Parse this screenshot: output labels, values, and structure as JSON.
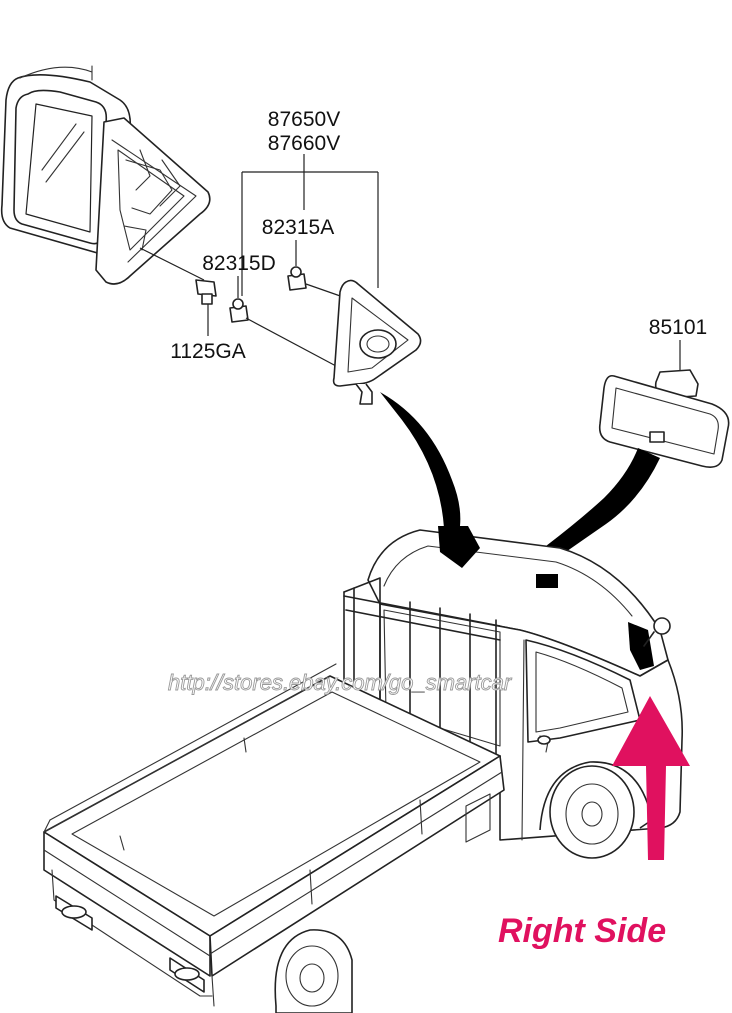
{
  "labels": {
    "part_87650v": "87650V",
    "part_87660v": "87660V",
    "part_82315a": "82315A",
    "part_82315d": "82315D",
    "part_1125ga": "1125GA",
    "part_85101": "85101"
  },
  "watermark": "http://stores.ebay.com/go_smartcar",
  "side_label": "Right Side",
  "colors": {
    "accent": "#e0115f",
    "line": "#222222",
    "background": "#ffffff"
  }
}
